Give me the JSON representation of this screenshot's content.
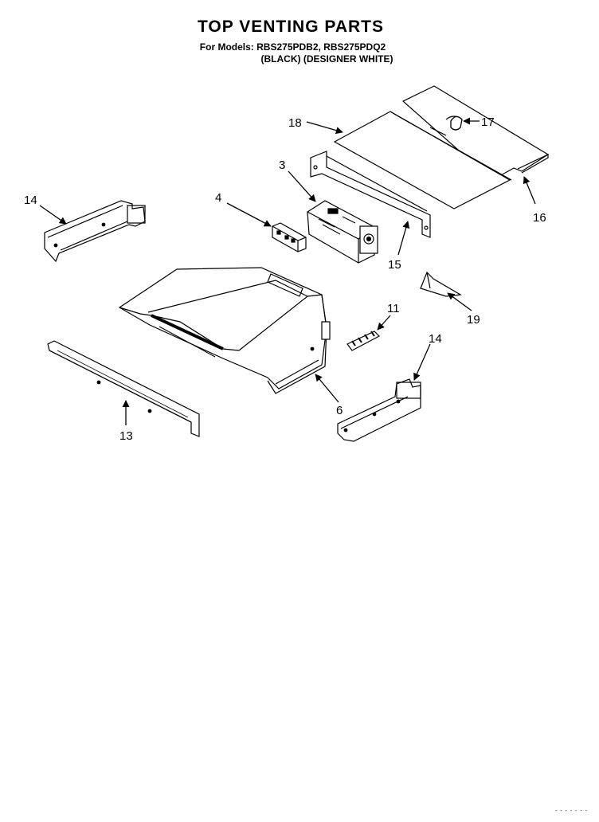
{
  "header": {
    "title": "TOP VENTING PARTS",
    "models_line": "For Models: RBS275PDB2, RBS275PDQ2",
    "colors_line": "(BLACK)  (DESIGNER WHITE)"
  },
  "callouts": {
    "c18": "18",
    "c17": "17",
    "c3": "3",
    "c14a": "14",
    "c4": "4",
    "c16": "16",
    "c15": "15",
    "c11": "11",
    "c19": "19",
    "c14b": "14",
    "c6": "6",
    "c13": "13"
  },
  "footer": {
    "code": "- - - - - - -"
  }
}
